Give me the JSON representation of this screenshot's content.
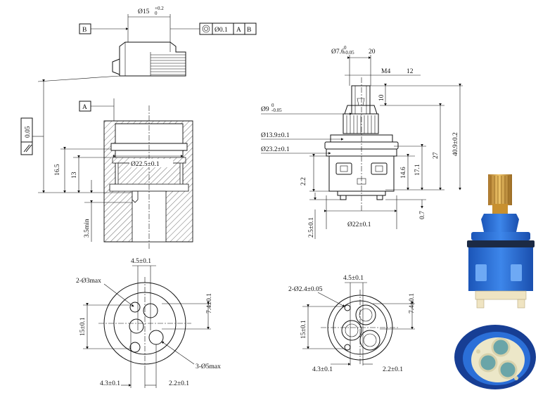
{
  "section_view": {
    "datum_b": "B",
    "datum_a": "A",
    "top_diameter": "Ø15",
    "top_diameter_tol_upper": "+0.2",
    "top_diameter_tol_lower": "0",
    "tolerance_frame": {
      "value": "Ø0.1",
      "ref1": "A",
      "ref2": "B"
    },
    "parallelism": "0.05",
    "inner_diameter": "Ø22.5±0.1",
    "depth_16_5": "16.5",
    "depth_13": "13",
    "min_3_5": "3.5min"
  },
  "side_view": {
    "stem_diameter": "Ø7.6",
    "stem_tol_upper": "0",
    "stem_tol_lower": "-0.05",
    "spline_count": "20",
    "thread": "M4",
    "thread_depth": "12",
    "dim_10": "10",
    "spline_diameter": "Ø9",
    "spline_tol_upper": "0",
    "spline_tol_lower": "-0.05",
    "d_13_9": "Ø13.9±0.1",
    "d_23_2": "Ø23.2±0.1",
    "h_2_2": "2.2",
    "h_14_6": "14.6",
    "h_17_1": "17.1",
    "h_27": "27",
    "h_40_9": "40.9±0.2",
    "h_2_5": "2.5±0.1",
    "d_22": "Ø22±0.1",
    "h_0_7": "0.7"
  },
  "bottom_left": {
    "top_dim": "4.5±0.1",
    "holes_small": "2-Ø3max",
    "holes_large": "3-Ø5max",
    "left_dim": "15±0.1",
    "right_dim": "7.4±0.1",
    "bottom_left_dim": "4.3±0.1",
    "bottom_right_dim": "2.2±0.1"
  },
  "bottom_right": {
    "top_dim": "4.5±0.1",
    "pins": "2-Ø2.4±0.05",
    "left_dim": "15±0.1",
    "right_dim": "7.4±0.1",
    "bottom_left_dim": "4.3±0.1",
    "bottom_right_dim": "2.2±0.1"
  },
  "colors": {
    "cartridge_blue": "#2b6fd8",
    "brass": "#d9a544",
    "disc": "#ece7c8",
    "base": "#efe4c2"
  }
}
